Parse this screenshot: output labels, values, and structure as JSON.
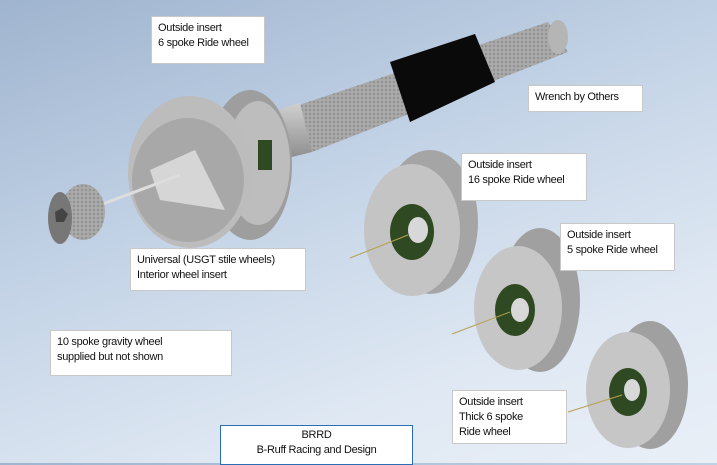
{
  "labels": {
    "six_spoke": [
      "Outside insert",
      "6 spoke Ride wheel"
    ],
    "wrench": [
      "Wrench by Others"
    ],
    "sixteen_spoke": [
      "Outside insert",
      "16 spoke Ride wheel"
    ],
    "five_spoke": [
      "Outside insert",
      "5 spoke Ride wheel"
    ],
    "universal": [
      "Universal  (USGT stile wheels)",
      "Interior wheel insert"
    ],
    "ten_spoke": [
      "10 spoke gravity wheel",
      "supplied but not shown"
    ],
    "thick_six": [
      "Outside insert",
      "Thick 6  spoke",
      "Ride wheel"
    ],
    "brrd": [
      "BRRD",
      "B-Ruff Racing and Design"
    ]
  }
}
